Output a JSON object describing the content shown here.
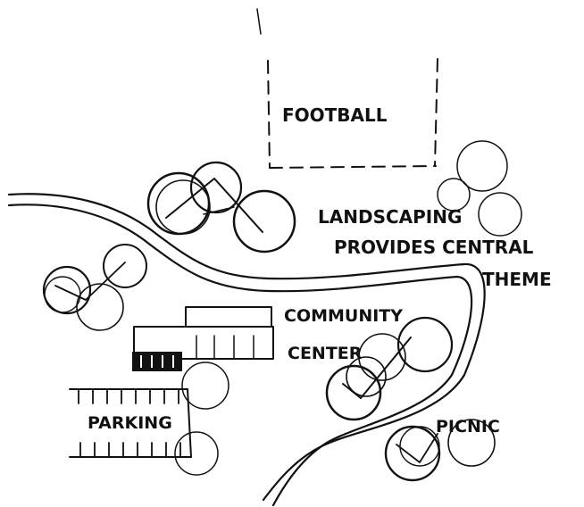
{
  "labels": {
    "football": "FOOTBALL",
    "landscaping_line1": "LANDSCAPING",
    "landscaping_line2": "PROVIDES CENTRAL",
    "landscaping_line3": "THEME",
    "community_line1": "COMMUNITY",
    "community_line2": "CENTER",
    "parking": "PARKING",
    "picnic": "PICNIC"
  },
  "colors": {
    "ink": "#111111",
    "paper": "#ffffff"
  }
}
